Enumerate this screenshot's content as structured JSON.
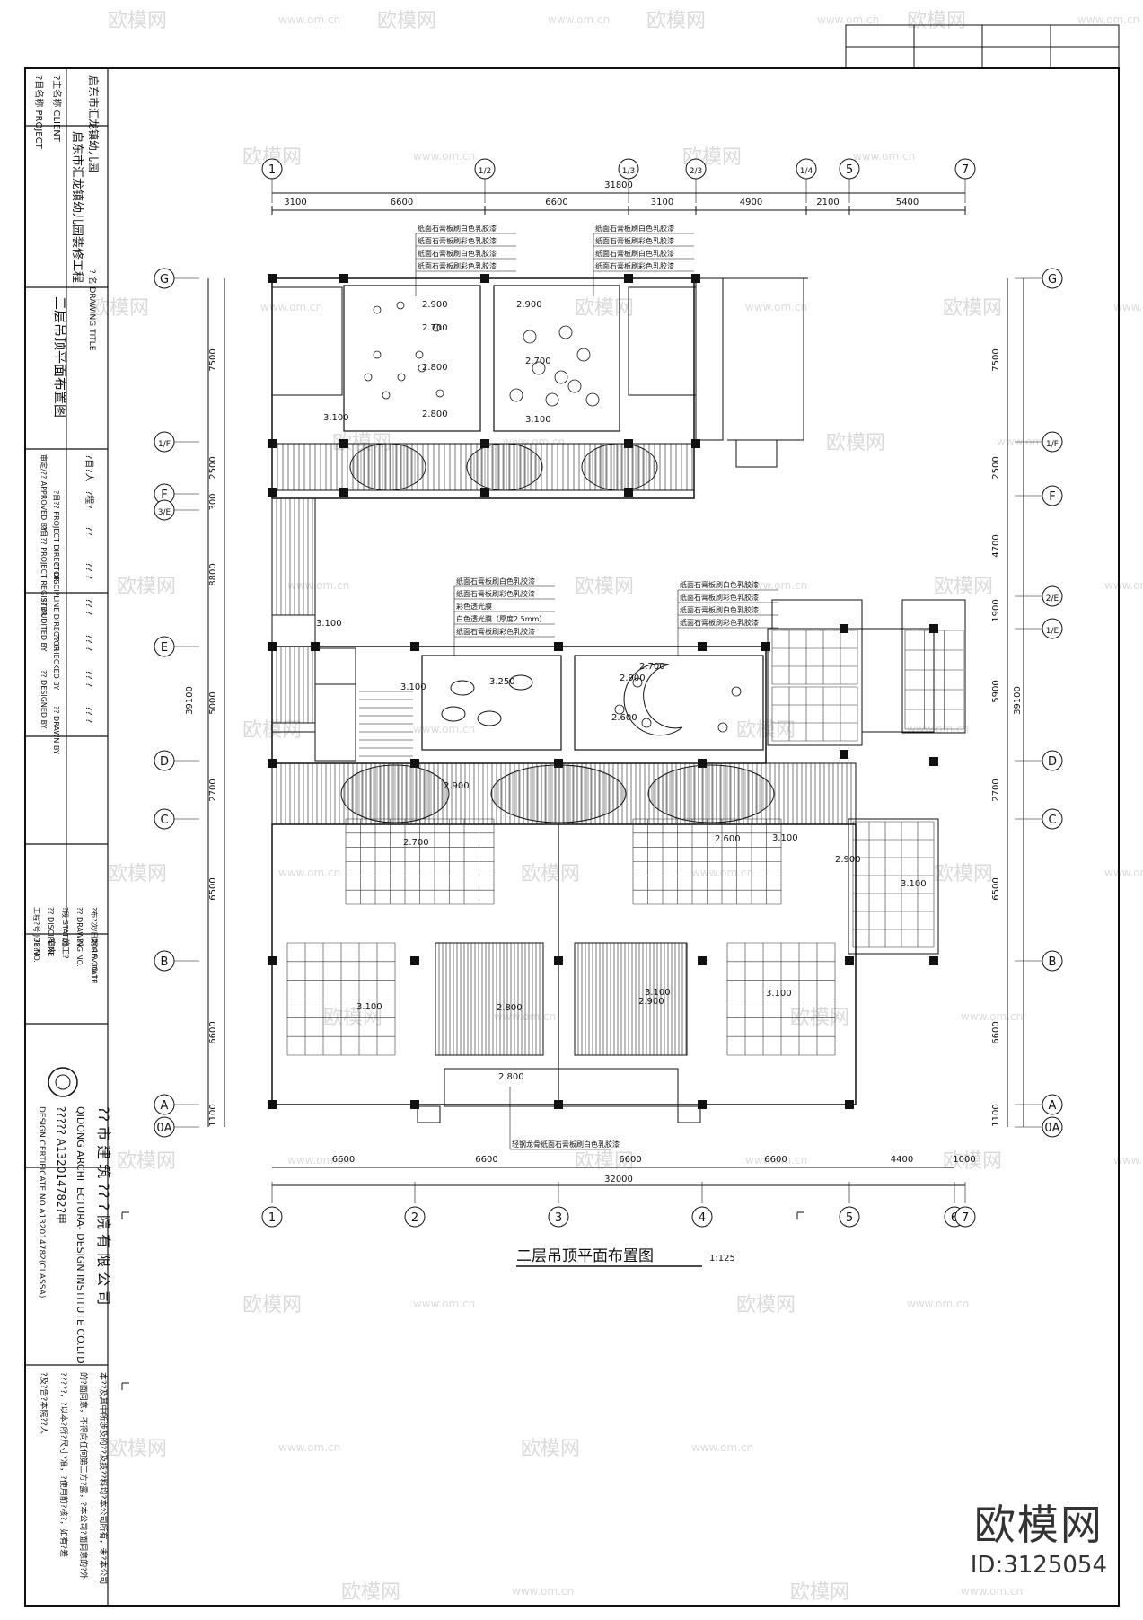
{
  "drawing": {
    "title": "二层吊顶平面布置图",
    "scale": "1:125",
    "axes_top": [
      "1",
      "1/2",
      "1/3",
      "2/3",
      "1/4",
      "5",
      "7"
    ],
    "axes_bottom": [
      "1",
      "2",
      "3",
      "4",
      "5",
      "6",
      "7"
    ],
    "axes_left": [
      "G",
      "1/F",
      "F",
      "3/E",
      "E",
      "D",
      "C",
      "B",
      "A",
      "0A"
    ],
    "axes_right": [
      "G",
      "1/F",
      "F",
      "2/E",
      "1/E",
      "D",
      "C",
      "B",
      "A",
      "0A"
    ],
    "dims_top": [
      "3100",
      "6600",
      "6600",
      "3100",
      "4900",
      "2100",
      "5400"
    ],
    "dims_top_total": "31800",
    "dims_bottom": [
      "6600",
      "6600",
      "6600",
      "6600",
      "4400",
      "1000"
    ],
    "dims_bottom_total": "32000",
    "dims_left": [
      "7500",
      "2500",
      "300",
      "8800",
      "5000",
      "2700",
      "6500",
      "6600",
      "1100"
    ],
    "dims_left_total": "39100",
    "dims_right": [
      "7500",
      "2500",
      "4700",
      "1900",
      "5900",
      "2700",
      "6500",
      "6600",
      "1100"
    ],
    "dims_right_total": "39100",
    "heights": [
      "3.100",
      "2.900",
      "2.700",
      "2.800",
      "2.800",
      "2.900",
      "2.700",
      "3.100",
      "3.100",
      "3.100",
      "2.900",
      "2.700",
      "2.800",
      "2.800",
      "2.700",
      "2.900",
      "2.600",
      "2.600",
      "3.100",
      "3.100",
      "3.100",
      "3.100",
      "3.100",
      "3.250",
      "2.900",
      "2.900"
    ],
    "notes_top_left": [
      "纸面石膏板刷白色乳胶漆",
      "纸面石膏板刷彩色乳胶漆",
      "纸面石膏板刷白色乳胶漆",
      "纸面石膏板刷彩色乳胶漆"
    ],
    "notes_top_right": [
      "纸面石膏板刷白色乳胶漆",
      "纸面石膏板刷彩色乳胶漆",
      "纸面石膏板刷白色乳胶漆",
      "纸面石膏板刷彩色乳胶漆"
    ],
    "notes_mid_left": [
      "纸面石膏板刷白色乳胶漆",
      "纸面石膏板刷彩色乳胶漆",
      "彩色透光膜",
      "白色透光膜（厚度2.5mm）",
      "纸面石膏板刷彩色乳胶漆"
    ],
    "notes_mid_right": [
      "纸面石膏板刷白色乳胶漆",
      "纸面石膏板刷彩色乳胶漆",
      "纸面石膏板刷白色乳胶漆",
      "纸面石膏板刷彩色乳胶漆"
    ],
    "note_bottom": "轻钢龙骨纸面石膏板刷白色乳胶漆"
  },
  "titleblock": {
    "client_label": "?主名称 CLIENT",
    "client": "启东市汇龙镇幼儿园",
    "project_label": "?目名称 PROJECT",
    "project": "启东市汇龙镇幼儿园装修工程",
    "drawing_title_label": "? 名 DRAWING TITLE",
    "drawing_title": "二层吊顶平面布置图",
    "roles": [
      "审定/?? APPROVED BY",
      "?目?? PROJECT DIRECTOR",
      "?目?? PROJECT REGISTER",
      "?? DISCIPLINE DIRECTOR",
      "?? AUDITED BY",
      "?? CHECKED BY",
      "?? DESIGNED BY",
      "?? DRAWN BY"
    ],
    "role_values": [
      "?目?人",
      "?程?",
      "??",
      "?? ?",
      "?? ?",
      "?? ?",
      "?? ?",
      "?? ?"
    ],
    "fields": [
      "工程?号 JOB NO.",
      "?? DISCIPLINE",
      "?段 STATUS",
      "?? DRAWING NO.",
      "?布?次/日期 REV/DATE"
    ],
    "field_values": [
      "????",
      "室内",
      "施工?",
      "??",
      "2015.10.11"
    ],
    "company_cn": "?? 市 建 筑 ?? ? 院 有 限 公 司",
    "company_en": "QIDONG ARCHITECTURA- DESIGN INSTITUTE CO.LTD",
    "cert": "????? A132014782?甲",
    "cert_en": "DESIGN CERTIFICATE NO.A132014782(CLASSA)",
    "remarks": [
      "本??及其中所涉及的??及技??料均?本公司所有，未?本公司",
      "的?面同意，不得向任何第三方?露，?本公司?面同意的?外",
      "?????，?以本?所?尺寸?准，?使用前?核?，如有?差",
      "?及?告?本院??人"
    ]
  },
  "brand": {
    "name": "欧模网",
    "id": "ID:3125054"
  },
  "watermark": {
    "text": "欧模网",
    "url": "www.om.cn"
  }
}
